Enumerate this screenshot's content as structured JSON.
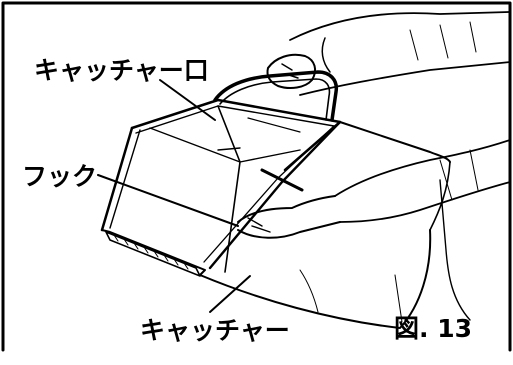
{
  "labels": {
    "catcher_mouth": "キャッチャー口",
    "hook": "フック",
    "catcher": "キャッチャー"
  },
  "figure_number": "図. 13"
}
